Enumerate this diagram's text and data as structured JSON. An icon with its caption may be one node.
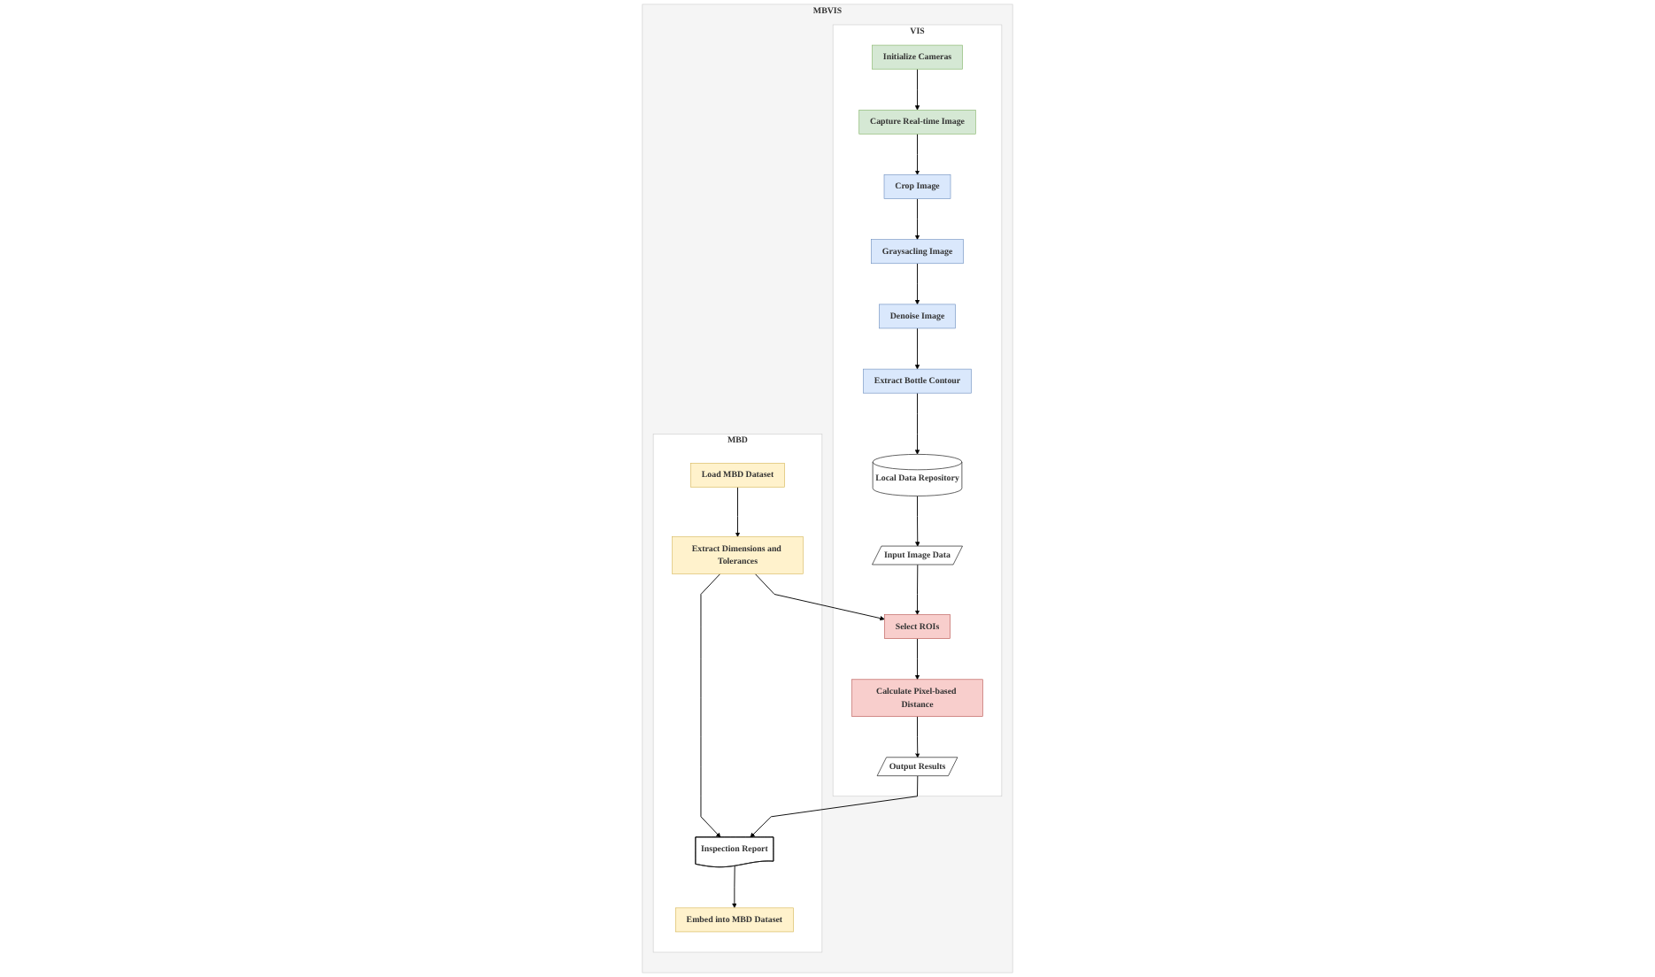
{
  "diagram": {
    "nodes": [
      {
        "text": [
          "MBVIS"
        ]
      },
      {
        "text": [
          "VIS"
        ],
        "in": 0
      },
      {
        "text": [
          "MBD"
        ],
        "in": 0
      },
      {
        "text": [
          "Initialize Cameras"
        ],
        "in": 1
      },
      {
        "text": [
          "Capture Real-time Image"
        ],
        "in": 1
      },
      {
        "text": [
          "Crop Image"
        ],
        "in": 1
      },
      {
        "text": [
          "Graysacling Image"
        ],
        "in": 1
      },
      {
        "text": [
          "Denoise Image"
        ],
        "in": 1
      },
      {
        "text": [
          "Extract Bottle Contour"
        ],
        "in": 1
      },
      {
        "text": [
          "Local Data Repository"
        ],
        "in": 1
      },
      {
        "text": [
          "Input Image Data"
        ],
        "in": 1
      },
      {
        "text": [
          "Select ROIs"
        ],
        "in": 1
      },
      {
        "text": [
          "Calculate Pixel-based Distance"
        ],
        "in": 1
      },
      {
        "text": [
          "Output Results"
        ],
        "in": 1
      },
      {
        "text": [
          "Load MBD Dataset"
        ],
        "in": 2
      },
      {
        "text": [
          "Extract Dimensions and Tolerances"
        ],
        "in": 2
      },
      {
        "text": [
          "Inspection Report"
        ],
        "in": 2
      },
      {
        "text": [
          "Embed into MBD Dataset"
        ],
        "in": 2
      }
    ],
    "edges": [
      {
        "from": 3,
        "to": 4,
        "arrow": "to"
      },
      {
        "from": 4,
        "to": 5,
        "arrow": "to"
      },
      {
        "from": 5,
        "to": 6,
        "arrow": "to"
      },
      {
        "from": 6,
        "to": 7,
        "arrow": "to"
      },
      {
        "from": 7,
        "to": 8,
        "arrow": "to"
      },
      {
        "from": 8,
        "to": 9,
        "arrow": "to"
      },
      {
        "from": 9,
        "to": 10,
        "arrow": "to"
      },
      {
        "from": 10,
        "to": 11,
        "arrow": "to"
      },
      {
        "from": 11,
        "to": 12,
        "arrow": "to"
      },
      {
        "from": 12,
        "to": 13,
        "arrow": "to"
      },
      {
        "from": 14,
        "to": 15,
        "arrow": "to"
      },
      {
        "from": 15,
        "to": 11,
        "arrow": "to"
      },
      {
        "from": 15,
        "to": 16,
        "arrow": "to"
      },
      {
        "from": 13,
        "to": 16,
        "arrow": "to"
      },
      {
        "from": 16,
        "to": 17,
        "arrow": "to"
      }
    ]
  }
}
